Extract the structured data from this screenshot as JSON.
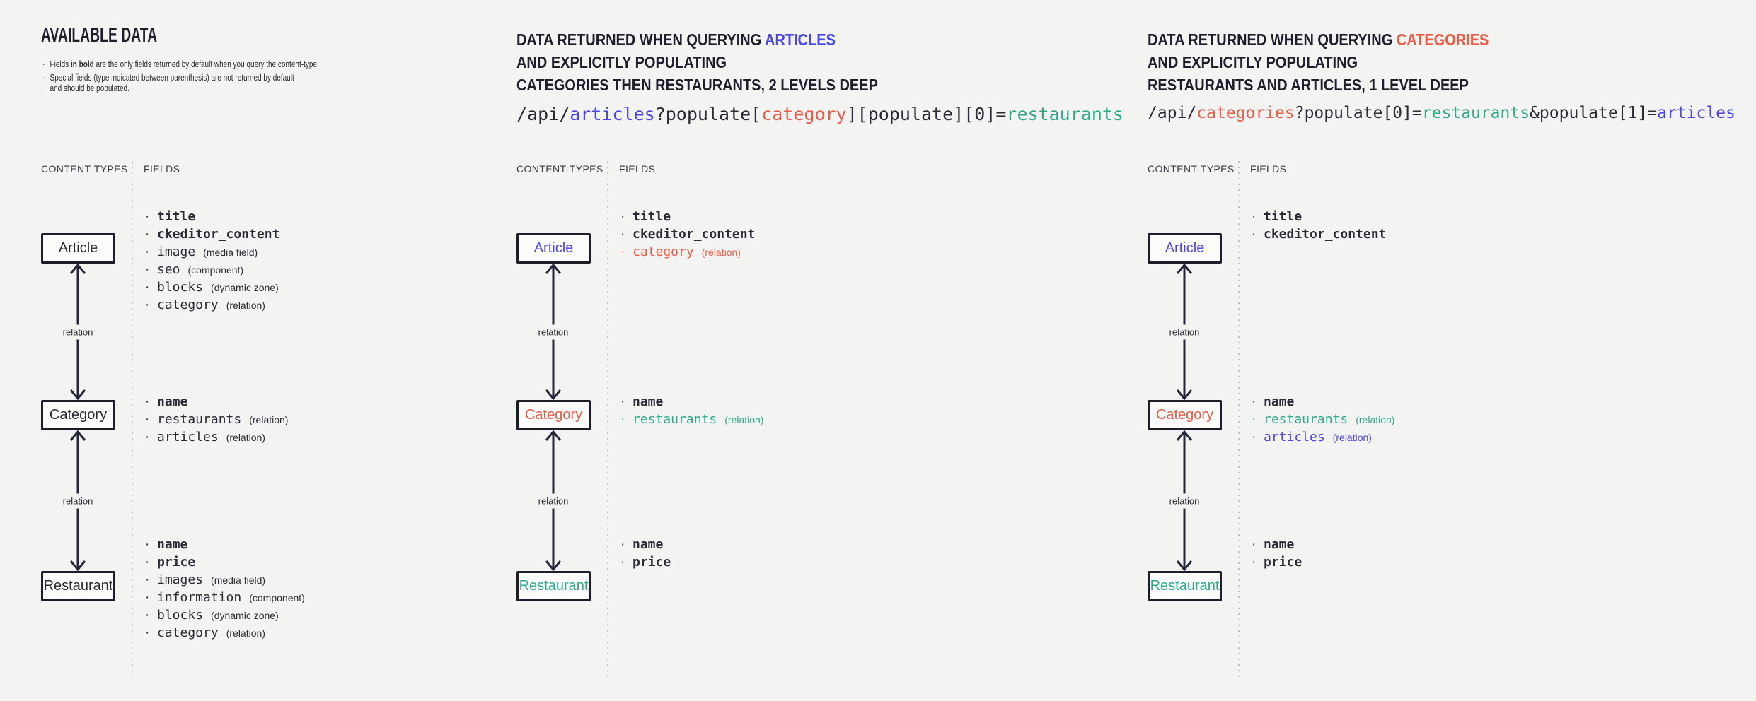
{
  "colors": {
    "dark": "#2b2b38",
    "blue": "#4945f0",
    "red": "#ee5a45",
    "teal": "#2da98c"
  },
  "relation_label": "relation",
  "panels": [
    {
      "title": "AVAILABLE DATA",
      "notes": [
        [
          {
            "text": "Fields "
          },
          {
            "text": "in bold",
            "bold": true
          },
          {
            "text": " are the only fields returned by default when you query the content-type."
          }
        ],
        [
          {
            "text": "Special fields (type indicated between parenthesis) are not returned by default"
          },
          {
            "break": true
          },
          {
            "text": "and should be populated."
          }
        ]
      ],
      "columns": {
        "left": "CONTENT-TYPES",
        "right": "FIELDS"
      },
      "nodes": [
        {
          "label": "Article",
          "color": "dark",
          "fields": [
            {
              "name": "title",
              "bold": true
            },
            {
              "name": "ckeditor_content",
              "bold": true
            },
            {
              "name": "image",
              "annotation": "(media field)"
            },
            {
              "name": "seo",
              "annotation": "(component)"
            },
            {
              "name": "blocks",
              "annotation": "(dynamic zone)"
            },
            {
              "name": "category",
              "annotation": "(relation)"
            }
          ]
        },
        {
          "label": "Category",
          "color": "dark",
          "fields": [
            {
              "name": "name",
              "bold": true
            },
            {
              "name": "restaurants",
              "annotation": "(relation)"
            },
            {
              "name": "articles",
              "annotation": "(relation)"
            }
          ]
        },
        {
          "label": "Restaurant",
          "color": "dark",
          "fields": [
            {
              "name": "name",
              "bold": true
            },
            {
              "name": "price",
              "bold": true
            },
            {
              "name": "images",
              "annotation": "(media field)"
            },
            {
              "name": "information",
              "annotation": "(component)"
            },
            {
              "name": "blocks",
              "annotation": "(dynamic zone)"
            },
            {
              "name": "category",
              "annotation": "(relation)"
            }
          ]
        }
      ]
    },
    {
      "heading_lines": [
        [
          {
            "text": "DATA RETURNED WHEN QUERYING "
          },
          {
            "text": "ARTICLES",
            "color": "blue"
          }
        ],
        [
          {
            "text": "AND EXPLICITLY POPULATING"
          }
        ],
        [
          {
            "text": "CATEGORIES THEN RESTAURANTS, 2 LEVELS DEEP"
          }
        ]
      ],
      "api_url": [
        {
          "text": "/api/"
        },
        {
          "text": "articles",
          "color": "blue"
        },
        {
          "text": "?populate["
        },
        {
          "text": "category",
          "color": "red"
        },
        {
          "text": "][populate][0]="
        },
        {
          "text": "restaurants",
          "color": "teal"
        }
      ],
      "columns": {
        "left": "CONTENT-TYPES",
        "right": "FIELDS"
      },
      "nodes": [
        {
          "label": "Article",
          "color": "blue",
          "fields": [
            {
              "name": "title",
              "bold": true
            },
            {
              "name": "ckeditor_content",
              "bold": true
            },
            {
              "name": "category",
              "annotation": "(relation)",
              "color": "red"
            }
          ]
        },
        {
          "label": "Category",
          "color": "red",
          "fields": [
            {
              "name": "name",
              "bold": true
            },
            {
              "name": "restaurants",
              "annotation": "(relation)",
              "color": "teal"
            }
          ]
        },
        {
          "label": "Restaurant",
          "color": "teal",
          "fields": [
            {
              "name": "name",
              "bold": true
            },
            {
              "name": "price",
              "bold": true
            }
          ]
        }
      ]
    },
    {
      "heading_lines": [
        [
          {
            "text": "DATA RETURNED WHEN QUERYING "
          },
          {
            "text": "CATEGORIES",
            "color": "red"
          }
        ],
        [
          {
            "text": "AND EXPLICITLY POPULATING"
          }
        ],
        [
          {
            "text": "RESTAURANTS AND ARTICLES, 1 LEVEL DEEP"
          }
        ]
      ],
      "api_url": [
        {
          "text": "/api/"
        },
        {
          "text": "categories",
          "color": "red"
        },
        {
          "text": "?populate[0]="
        },
        {
          "text": "restaurants",
          "color": "teal"
        },
        {
          "text": "&populate[1]="
        },
        {
          "text": "articles",
          "color": "blue"
        }
      ],
      "columns": {
        "left": "CONTENT-TYPES",
        "right": "FIELDS"
      },
      "nodes": [
        {
          "label": "Article",
          "color": "blue",
          "fields": [
            {
              "name": "title",
              "bold": true
            },
            {
              "name": "ckeditor_content",
              "bold": true
            }
          ]
        },
        {
          "label": "Category",
          "color": "red",
          "fields": [
            {
              "name": "name",
              "bold": true
            },
            {
              "name": "restaurants",
              "annotation": "(relation)",
              "color": "teal"
            },
            {
              "name": "articles",
              "annotation": "(relation)",
              "color": "blue"
            }
          ]
        },
        {
          "label": "Restaurant",
          "color": "teal",
          "fields": [
            {
              "name": "name",
              "bold": true
            },
            {
              "name": "price",
              "bold": true
            }
          ]
        }
      ]
    }
  ]
}
